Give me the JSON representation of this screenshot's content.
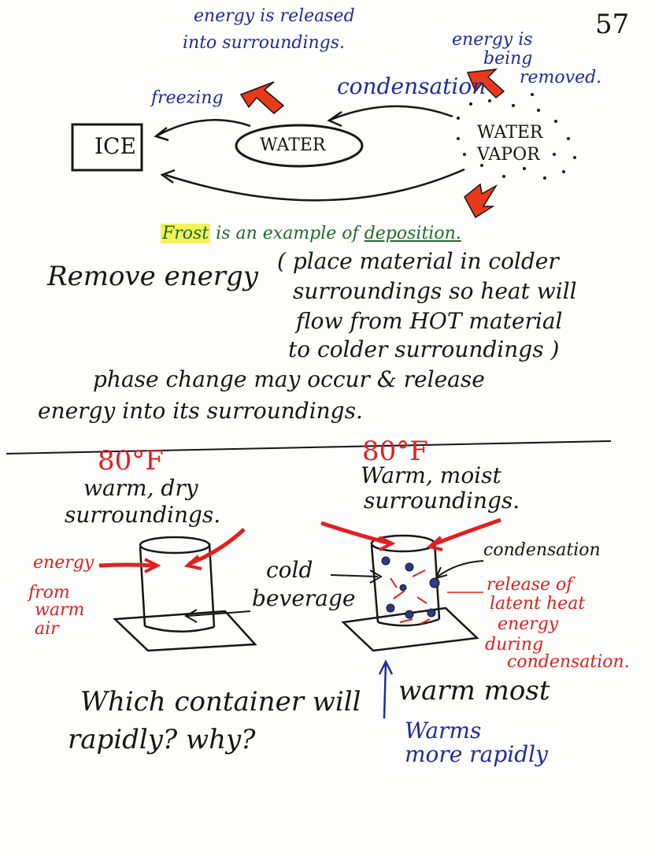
{
  "page": {
    "number": "57"
  },
  "top": {
    "ice": "ICE",
    "water": "WATER",
    "vapor_line1": "WATER",
    "vapor_line2": "VAPOR",
    "freezing": "freezing",
    "condensation": "condensation",
    "released_line1": "energy is released",
    "released_line2": "into surroundings.",
    "removed_line1": "energy is",
    "removed_line2": "being",
    "removed_line3": "removed.",
    "frost_word": "Frost",
    "frost_rest": " is an example of ",
    "deposition": "deposition."
  },
  "notes": {
    "remove_energy": "Remove energy",
    "paren_line1": "( place material in colder",
    "paren_line2": "surroundings so heat will",
    "paren_line3": "flow from HOT material",
    "paren_line4": "to colder surroundings )",
    "phase_line1": "phase change may occur & release",
    "phase_line2": "energy into its surroundings."
  },
  "bottom": {
    "left_temp": "80°F",
    "left_desc_line1": "warm, dry",
    "left_desc_line2": "surroundings.",
    "right_temp": "80°F",
    "right_desc_line1": "Warm, moist",
    "right_desc_line2": "surroundings.",
    "energy": "energy",
    "from_warm_line1": "from",
    "from_warm_line2": "warm",
    "from_warm_line3": "air",
    "cold_line1": "cold",
    "cold_line2": "beverage",
    "condensation_label": "condensation",
    "release_line1": "release of",
    "release_line2": "latent heat",
    "release_line3": "energy",
    "release_line4": "during",
    "release_line5": "condensation.",
    "question_line1": "Which container will",
    "question_line2": "rapidly? why?",
    "warm_most": "warm most",
    "answer_line1": "Warms",
    "answer_line2": "more rapidly"
  },
  "colors": {
    "ink": "#161616",
    "blue": "#1d2c9e",
    "red": "#e02020",
    "green": "#1f6b2a",
    "highlight": "#f4f25a"
  }
}
